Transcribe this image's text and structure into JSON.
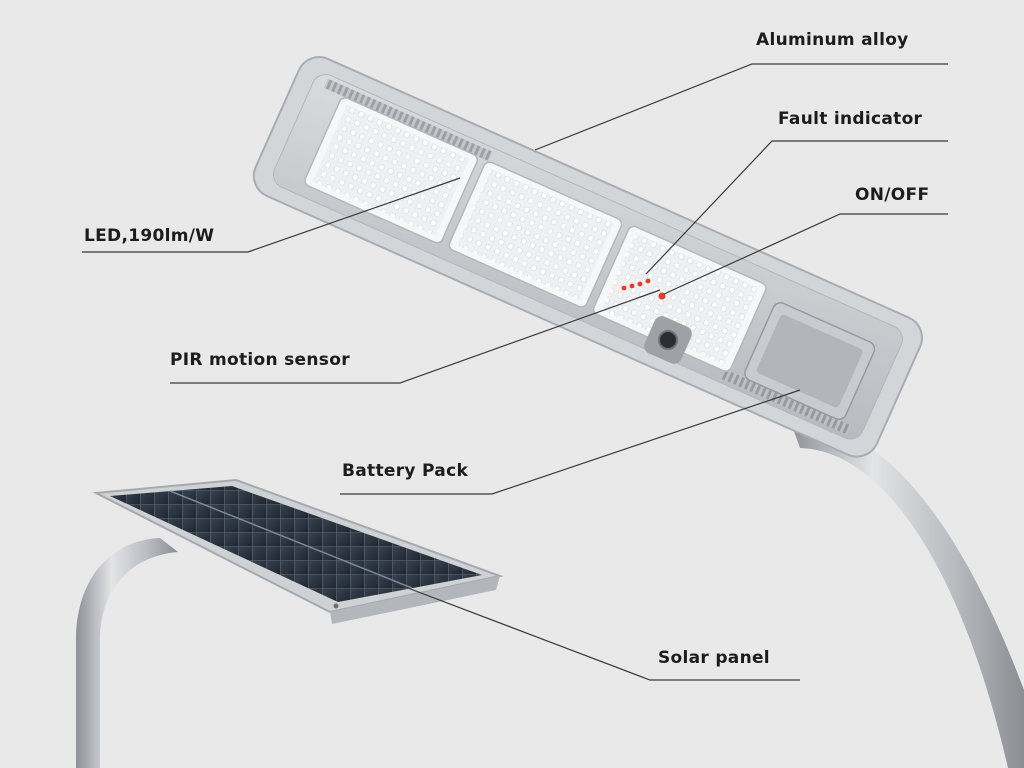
{
  "callouts": {
    "aluminum_alloy": "Aluminum alloy",
    "fault_indicator": "Fault indicator",
    "on_off": "ON/OFF",
    "led": "LED,190lm/W",
    "pir_sensor": "PIR motion sensor",
    "battery_pack": "Battery Pack",
    "solar_panel": "Solar panel"
  },
  "colors": {
    "background": "#e9e9ea",
    "housing": "#c9ccd0",
    "led_panel": "#f4f5f6",
    "led_chip": "#ffffff",
    "solar_cell": "#2b3440",
    "indicator": "#e53a2c",
    "label_text": "#1c1c1c"
  }
}
